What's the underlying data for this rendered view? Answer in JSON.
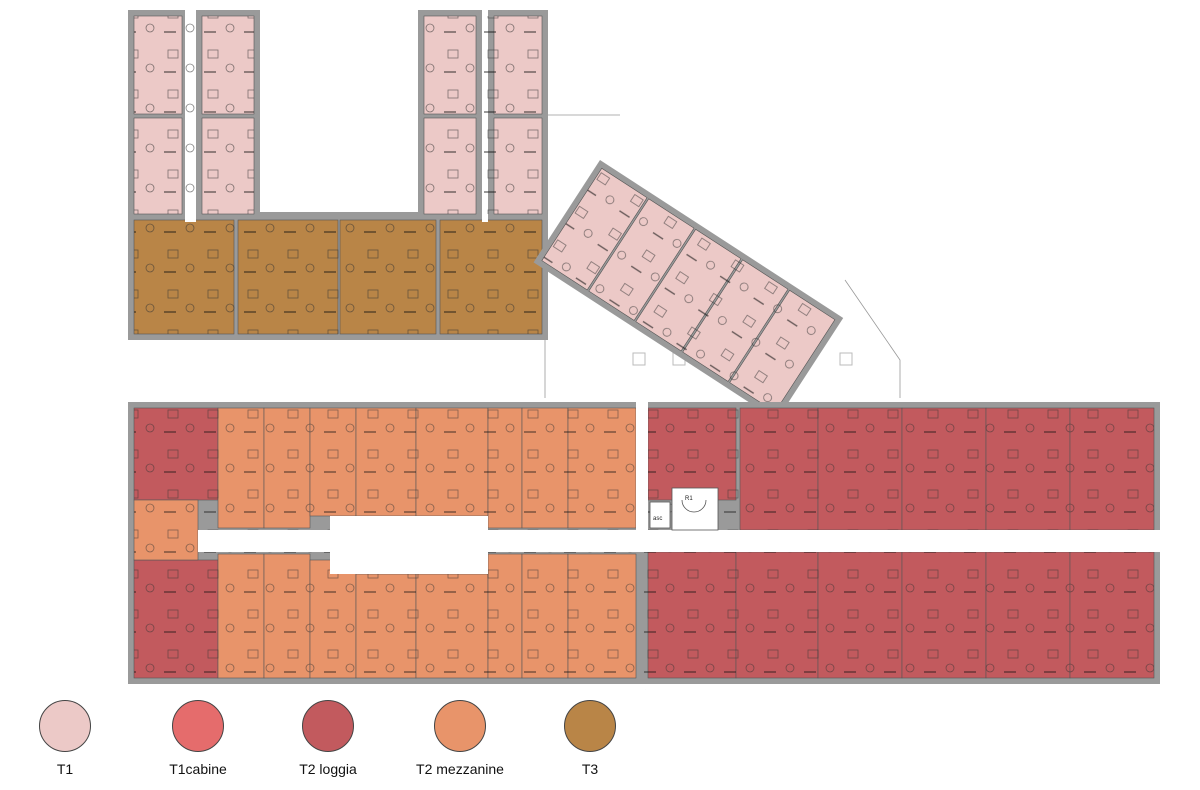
{
  "colors": {
    "T1": "#ecc9c7",
    "T1cabine": "#e56c6c",
    "T2_loggia": "#c25a5e",
    "T2_mezzanine": "#e8946a",
    "T3": "#b98547",
    "wall": "#9a9a9a",
    "fixture": "#222222"
  },
  "plan_labels": {
    "stair": "R1",
    "lift": "asc"
  },
  "legend": [
    {
      "key": "T1",
      "label": "T1",
      "color": "#ecc9c7"
    },
    {
      "key": "T1cabine",
      "label": "T1cabine",
      "color": "#e56c6c"
    },
    {
      "key": "T2_loggia",
      "label": "T2 loggia",
      "color": "#c25a5e"
    },
    {
      "key": "T2_mezzanine",
      "label": "T2 mezzanine",
      "color": "#e8946a"
    },
    {
      "key": "T3",
      "label": "T3",
      "color": "#b98547"
    }
  ]
}
